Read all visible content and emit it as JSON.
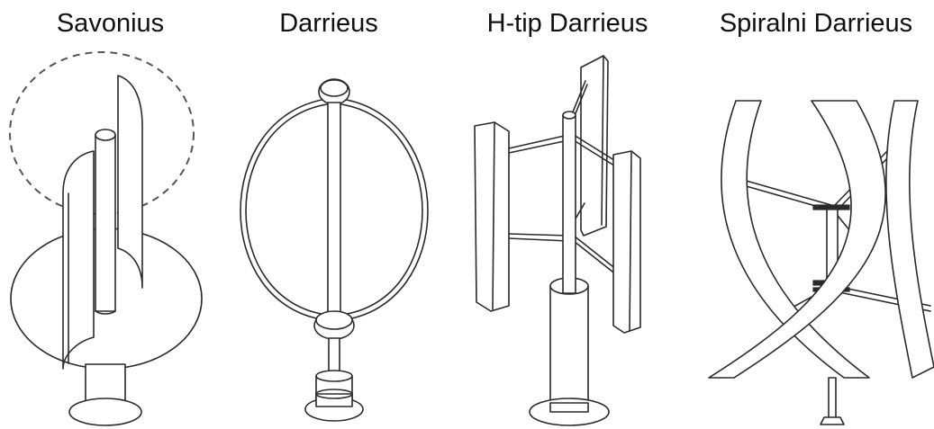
{
  "turbines": [
    {
      "id": "savonius",
      "label": "Savonius"
    },
    {
      "id": "darrieus",
      "label": "Darrieus"
    },
    {
      "id": "h-type",
      "label": "H-tip Darrieus"
    },
    {
      "id": "helical",
      "label": "Spiralni Darrieus"
    }
  ]
}
